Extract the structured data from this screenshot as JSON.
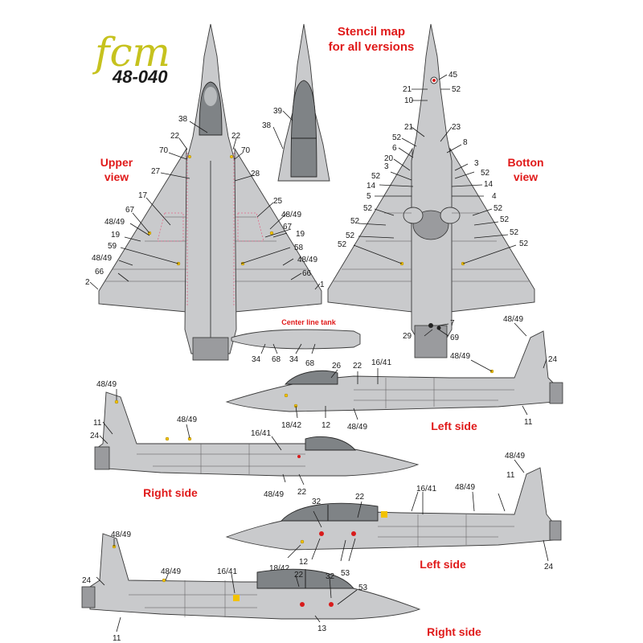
{
  "logo": {
    "brand": "fcm",
    "code": "48-040",
    "brand_color": "#c6c21e"
  },
  "header": {
    "line1": "Stencil map",
    "line2": "for all versions",
    "color": "#e01a1a"
  },
  "views": {
    "upper": {
      "line1": "Upper",
      "line2": "view"
    },
    "bottom": {
      "line1": "Botton",
      "line2": "view"
    },
    "tank": "Center line tank",
    "left1": "Left side",
    "right1": "Right side",
    "left2": "Left side",
    "right2": "Right side"
  },
  "callouts": {
    "u38": "38",
    "u22a": "22",
    "u22b": "22",
    "u70a": "70",
    "u70b": "70",
    "u27": "27",
    "u28": "28",
    "u17": "17",
    "u25": "25",
    "u67a": "67",
    "u67b": "67",
    "u4849a": "48/49",
    "u4849b": "48/49",
    "u19a": "19",
    "u19b": "19",
    "u59": "59",
    "u58": "58",
    "u4849c": "48/49",
    "u4849d": "48/49",
    "u66a": "66",
    "u66b": "66",
    "u2": "2",
    "u1": "1",
    "c39": "39",
    "c38": "38",
    "b45": "45",
    "b21a": "21",
    "b52a": "52",
    "b10": "10",
    "b21b": "21",
    "b23": "23",
    "b52b": "52",
    "b8": "8",
    "b6": "6",
    "b20": "20",
    "b3a": "3",
    "b3b": "3",
    "b52c": "52",
    "b52d": "52",
    "b14a": "14",
    "b14b": "14",
    "b5": "5",
    "b4": "4",
    "b52e": "52",
    "b52f": "52",
    "b52g": "52",
    "b52h": "52",
    "b52i": "52",
    "b52j": "52",
    "b52k": "52",
    "b52l": "52",
    "b7": "7",
    "b29": "29",
    "b69": "69",
    "t34a": "34",
    "t68a": "68",
    "t34b": "34",
    "t68b": "68",
    "l1_4849": "48/49",
    "l1_24": "24",
    "l1_26": "26",
    "l1_22": "22",
    "l1_1641": "16/41",
    "l1_1842": "18/42",
    "l1_12": "12",
    "l1_4849b": "48/49",
    "l1_11": "11",
    "l1_4849c": "48/49",
    "r1_4849a": "48/49",
    "r1_11": "11",
    "r1_4849b": "48/49",
    "r1_24": "24",
    "r1_1641": "16/41",
    "r1_4849c": "48/49",
    "r1_22": "22",
    "l2_4849a": "48/49",
    "l2_11": "11",
    "l2_4849b": "48/49",
    "l2_1641": "16/41",
    "l2_32": "32",
    "l2_22": "22",
    "l2_1842": "18/42",
    "l2_12": "12",
    "l2_53": "53",
    "l2_24": "24",
    "r2_4849a": "48/49",
    "r2_24": "24",
    "r2_4849b": "48/49",
    "r2_1641": "16/41",
    "r2_22": "22",
    "r2_32": "32",
    "r2_53": "53",
    "r2_11": "11",
    "r2_13": "13"
  }
}
